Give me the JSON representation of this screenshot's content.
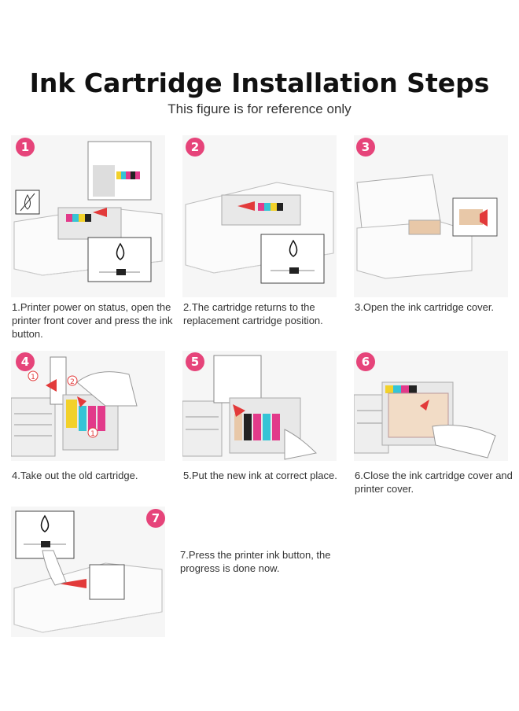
{
  "header": {
    "title": "Ink Cartridge Installation Steps",
    "subtitle": "This figure is for reference only"
  },
  "accent_color": "#e6447a",
  "steps": [
    {
      "number": "1",
      "caption": "1.Printer power on status, open the printer front cover and press the ink button."
    },
    {
      "number": "2",
      "caption": "2.The cartridge returns to the replacement cartridge position."
    },
    {
      "number": "3",
      "caption": "3.Open the ink cartridge cover."
    },
    {
      "number": "4",
      "caption": "4.Take out the old cartridge."
    },
    {
      "number": "5",
      "caption": "5.Put the new ink at correct place."
    },
    {
      "number": "6",
      "caption": "6.Close the ink cartridge cover and printer cover."
    },
    {
      "number": "7",
      "caption": "7.Press the printer ink button, the progress is done now."
    }
  ],
  "step4_callouts": [
    "1",
    "2",
    "1"
  ]
}
